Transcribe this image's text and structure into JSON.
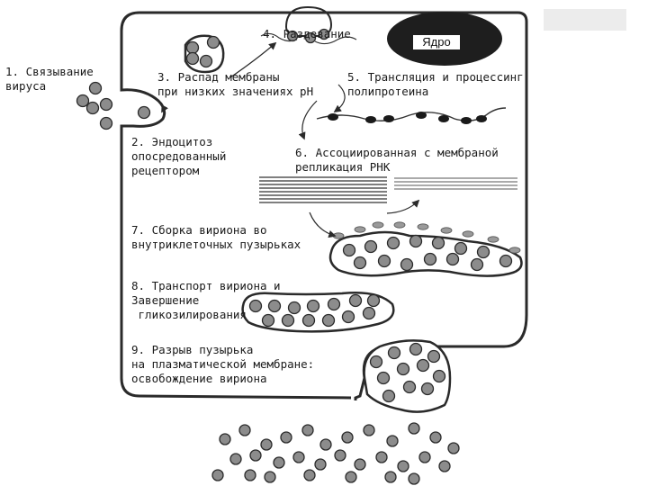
{
  "labels": {
    "step1": "1. Связывание\nвируса",
    "step2": "2. Эндоцитоз\nопосредованный\nрецептором",
    "step3": "3. Распад мембраны\nпри низких значениях pH",
    "step4": "4. Раздевание",
    "step5": "5. Трансляция и процессинг\nполипротеина",
    "step6": "6. Ассоциированная с мембраной\nрепликация РНК",
    "step7": "7. Сборка вириона во\nвнутриклеточных пузырьках",
    "step8": "8. Транспорт вириона и\nЗавершение\n гликозилирования",
    "step9": "9. Разрыв пузырька\nна плазматической мембране:\nосвобождение вириона",
    "nucleus": "Ядро"
  },
  "colors": {
    "virion_fill": "#8c8c8c",
    "virion_stroke": "#2a2a2a",
    "membrane": "#2a2a2a",
    "nucleus": "#1e1e1e",
    "rna": "#333333"
  },
  "icons": {
    "virion": "grey-circle",
    "ribosome": "black-blob",
    "arrow": "curved-arrow"
  }
}
